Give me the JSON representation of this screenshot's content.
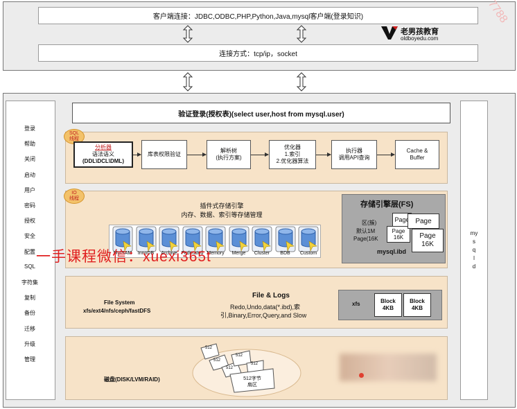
{
  "client": {
    "title": "客户端连接：JDBC,ODBC,PHP,Python,Java,mysql客户端(登录知识)",
    "connection": "连接方式：tcp/ip，socket",
    "watermark_corner": "7788"
  },
  "logo": {
    "brand": "老男孩教育",
    "site": "oldboyedu.com"
  },
  "sidebar": {
    "items": [
      "登录",
      "帮助",
      "关闭",
      "启动",
      "用户",
      "密码",
      "授权",
      "安全",
      "配置",
      "SQL",
      "字符集",
      "复制",
      "备份",
      "迁移",
      "升级",
      "管理"
    ]
  },
  "auth": {
    "label": "验证登录(授权表)(select user,host from mysql.user)"
  },
  "sql_layer": {
    "tag": "SQL\n线程",
    "analyzer_title": "分析器",
    "analyzer_sub": "语法语义",
    "analyzer_types": "(DDL\\DCL\\DML)",
    "steps": [
      {
        "label": "库表权限验证"
      },
      {
        "label": "解析树\n(执行方案)"
      },
      {
        "label": "优化器\n1.索引\n2.优化器算法"
      },
      {
        "label": "执行器\n调用API查询"
      },
      {
        "label": "Cache &\nBuffer"
      }
    ]
  },
  "io_layer": {
    "tag": "IO\n线程",
    "title": "插件式存储引擎",
    "subtitle": "内存、数据、索引等存储管理",
    "engines": [
      "MyISAM",
      "InnoDB",
      "Archive",
      "Federated",
      "Memory",
      "Merge",
      "Cluster",
      "BDB",
      "Custom"
    ],
    "storage_title": "存储引擎层(FS)",
    "storage_lines": [
      "区(簇)",
      "默认1M",
      "Page(16K"
    ],
    "pages": [
      "Page",
      "Page\n16K",
      "Page\n16K"
    ],
    "storage_file": "mysql.ibd"
  },
  "watermark": {
    "text": "一手课程微信：xuexi365t"
  },
  "fs_layer": {
    "fs_title": "File System",
    "fs_types": "xfs/ext4/nfs/ceph/fastDFS",
    "logs_title": "File & Logs",
    "logs_line1": "Redo,Undo,data(*.ibd),索",
    "logs_line2": "引,Binary,Error,Query,and Slow",
    "xfs": "xfs",
    "blocks": [
      "Block\n4KB",
      "Block\n4KB"
    ]
  },
  "disk_layer": {
    "label": "磁盘(DISK/LVM/RAID)",
    "sector": "512字节\n扇区",
    "sector_numbers": [
      "512",
      "512",
      "512",
      "512",
      "512"
    ]
  },
  "mysqld": {
    "label": "my\ns\nq\nl\nd"
  },
  "colors": {
    "panel": "#f7e3c8",
    "tag": "#f3c26a",
    "accent_red": "#c02020",
    "engine_blue": "#5b8fd6"
  }
}
